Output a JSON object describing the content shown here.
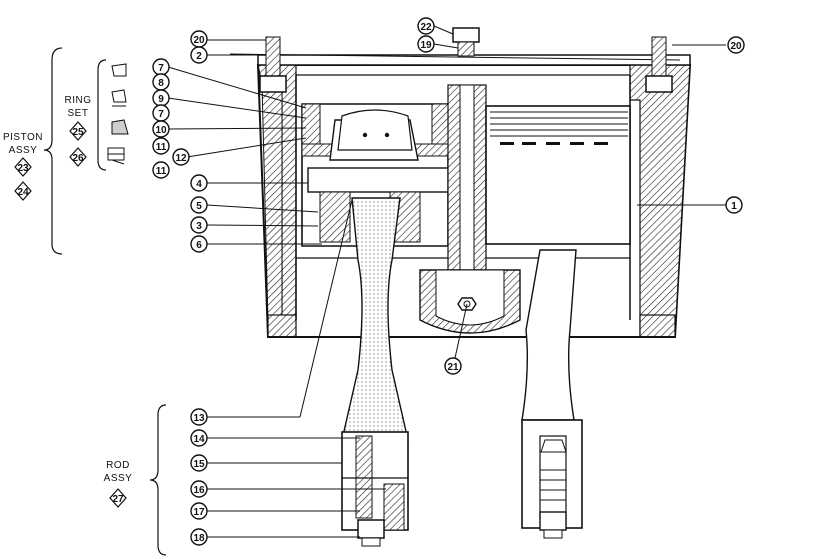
{
  "groups": {
    "piston_assy": {
      "label_line1": "PISTON",
      "label_line2": "ASSY",
      "ids": [
        "23",
        "24"
      ]
    },
    "ring_set": {
      "label_line1": "RING",
      "label_line2": "SET",
      "ids": [
        "25",
        "26"
      ]
    },
    "rod_assy": {
      "label_line1": "ROD",
      "label_line2": "ASSY",
      "ids": [
        "27"
      ]
    }
  },
  "callouts": {
    "c20_left": "20",
    "c2": "2",
    "c22": "22",
    "c19": "19",
    "c20_right": "20",
    "c7_top": "7",
    "c8": "8",
    "c9": "9",
    "c7_mid": "7",
    "c10": "10",
    "c11_a": "11",
    "c12": "12",
    "c11_b": "11",
    "c4": "4",
    "c5": "5",
    "c3": "3",
    "c6": "6",
    "c1": "1",
    "c21": "21",
    "c13": "13",
    "c14": "14",
    "c15": "15",
    "c16": "16",
    "c17": "17",
    "c18": "18"
  }
}
